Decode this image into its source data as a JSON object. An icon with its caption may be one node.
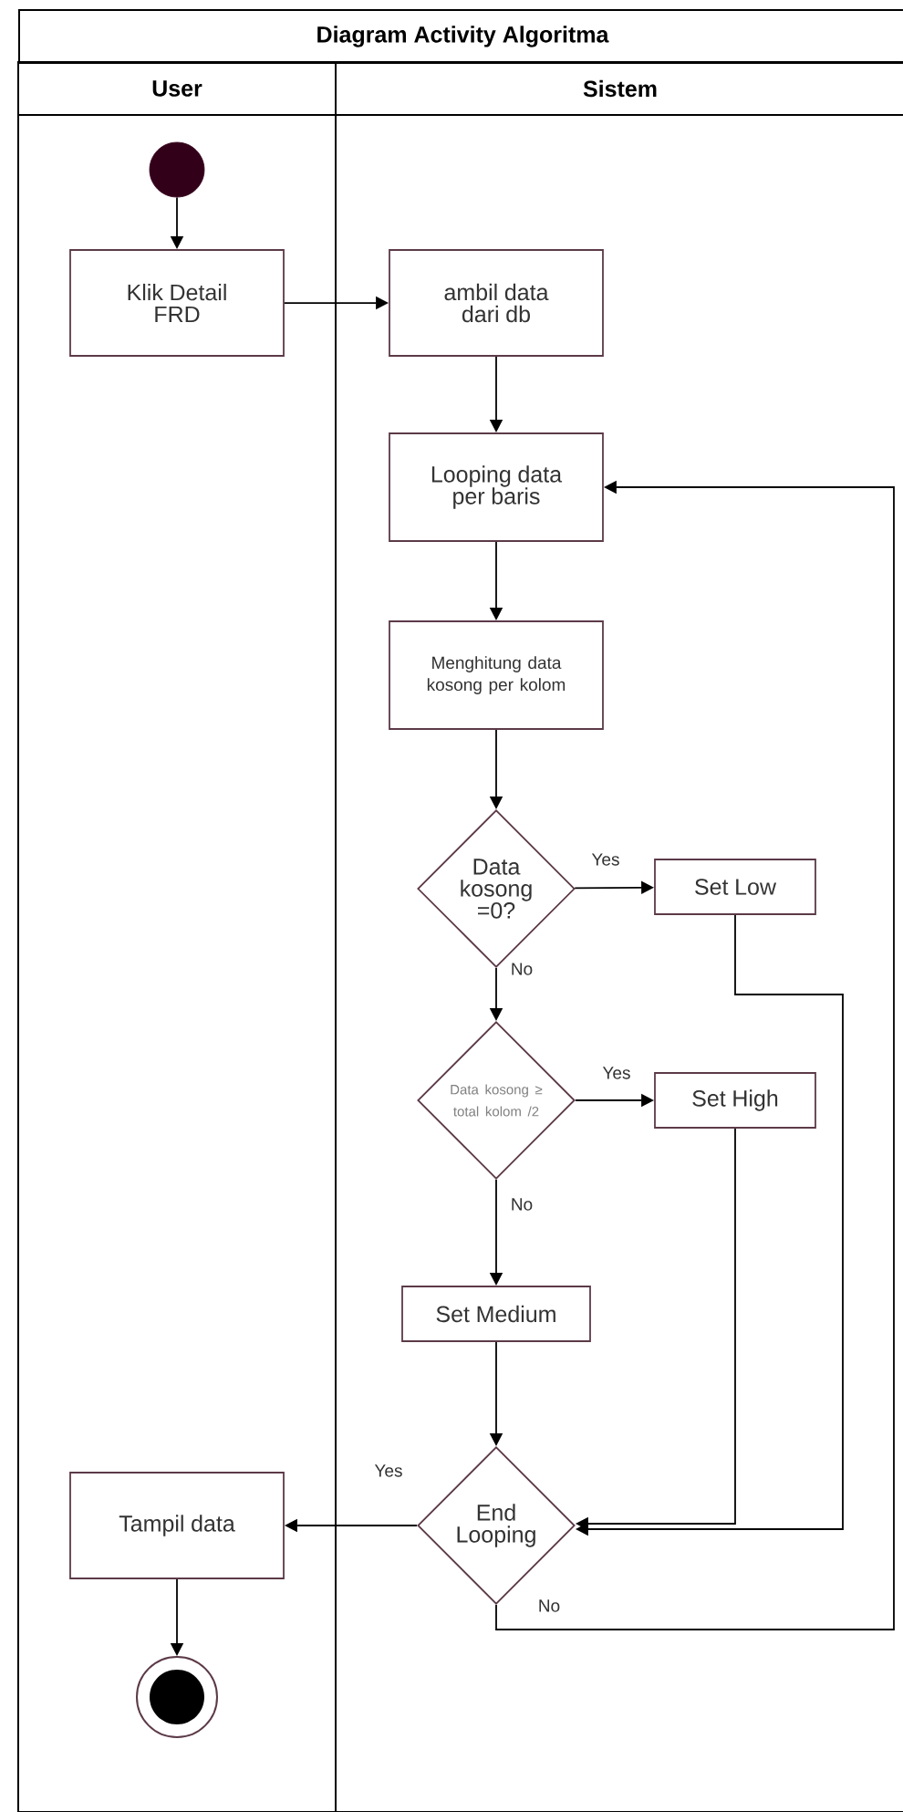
{
  "diagram": {
    "title": "Diagram Activity Algoritma",
    "nodes": [
      {
        "text": [
          "User"
        ]
      },
      {
        "text": [
          "Sistem"
        ]
      },
      {
        "text": [],
        "shape": "circle",
        "in": 0
      },
      {
        "text": [
          "Klik Detail FRD"
        ],
        "in": 0
      },
      {
        "text": [
          "ambil data dari db"
        ],
        "in": 1
      },
      {
        "text": [
          "Looping data per baris"
        ],
        "in": 1
      },
      {
        "text": [
          "Menghitung data kosong per kolom"
        ],
        "in": 1
      },
      {
        "text": [
          "Data kosong =0?"
        ],
        "in": 1
      },
      {
        "text": [
          "Set Low"
        ],
        "in": 1
      },
      {
        "text": [
          "Data kosong ≥ total kolom /2"
        ],
        "in": 1
      },
      {
        "text": [
          "Set High"
        ],
        "in": 1
      },
      {
        "text": [
          "Set Medium"
        ],
        "in": 1
      },
      {
        "text": [
          "End Looping"
        ],
        "in": 1
      },
      {
        "text": [
          "Tampil data"
        ],
        "in": 0
      },
      {
        "text": [],
        "shape": "circle",
        "in": 0
      }
    ],
    "edges": [
      {
        "from": 2,
        "to": 3,
        "arrow": "to"
      },
      {
        "from": 3,
        "to": 4,
        "arrow": "to"
      },
      {
        "from": 4,
        "to": 5,
        "arrow": "to"
      },
      {
        "from": 5,
        "to": 6,
        "arrow": "to"
      },
      {
        "from": 6,
        "to": 7,
        "arrow": "to"
      },
      {
        "from": 7,
        "to": 8,
        "arrow": "to",
        "label": "Yes"
      },
      {
        "from": 7,
        "to": 9,
        "arrow": "to",
        "label": "No"
      },
      {
        "from": 9,
        "to": 10,
        "arrow": "to",
        "label": "Yes"
      },
      {
        "from": 9,
        "to": 11,
        "arrow": "to",
        "label": "No"
      },
      {
        "from": 11,
        "to": 12,
        "arrow": "to"
      },
      {
        "from": 8,
        "to": 12,
        "arrow": "to"
      },
      {
        "from": 10,
        "to": 12,
        "arrow": "to"
      },
      {
        "from": 12,
        "to": 13,
        "arrow": "to",
        "label": "Yes"
      },
      {
        "from": 12,
        "to": 5,
        "arrow": "to",
        "label": "No"
      },
      {
        "from": 13,
        "to": 14,
        "arrow": "to"
      }
    ]
  }
}
